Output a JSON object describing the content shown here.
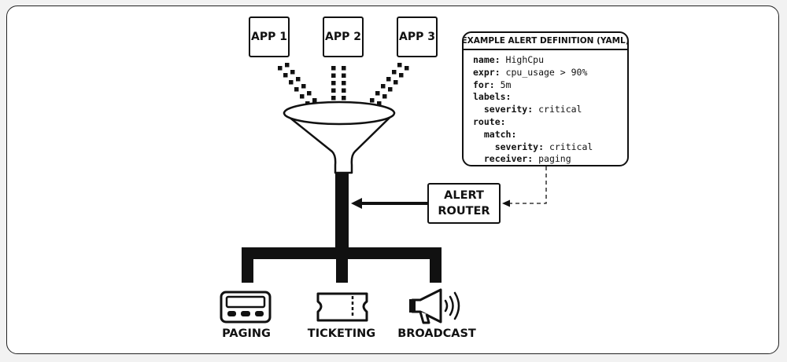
{
  "apps": [
    {
      "label": "APP 1"
    },
    {
      "label": "APP 2"
    },
    {
      "label": "APP 3"
    }
  ],
  "router": {
    "line1": "ALERT",
    "line2": "ROUTER"
  },
  "yaml_card": {
    "title": "EXAMPLE ALERT DEFINITION (YAML)",
    "lines": [
      {
        "key": "name:",
        "value": " HighCpu"
      },
      {
        "key": "expr:",
        "value": " cpu_usage > 90%"
      },
      {
        "key": "for:",
        "value": " 5m"
      },
      {
        "key": "labels:",
        "value": ""
      },
      {
        "key": "  severity:",
        "value": " critical"
      },
      {
        "key": "route:",
        "value": ""
      },
      {
        "key": "  match:",
        "value": ""
      },
      {
        "key": "    severity:",
        "value": " critical"
      },
      {
        "key": "  receiver:",
        "value": " paging"
      }
    ]
  },
  "destinations": [
    {
      "label": "PAGING",
      "icon": "pager-icon"
    },
    {
      "label": "TICKETING",
      "icon": "ticket-icon"
    },
    {
      "label": "BROADCAST",
      "icon": "megaphone-icon"
    }
  ],
  "colors": {
    "line": "#111111",
    "background": "#ffffff",
    "page": "#f2f2f2"
  }
}
